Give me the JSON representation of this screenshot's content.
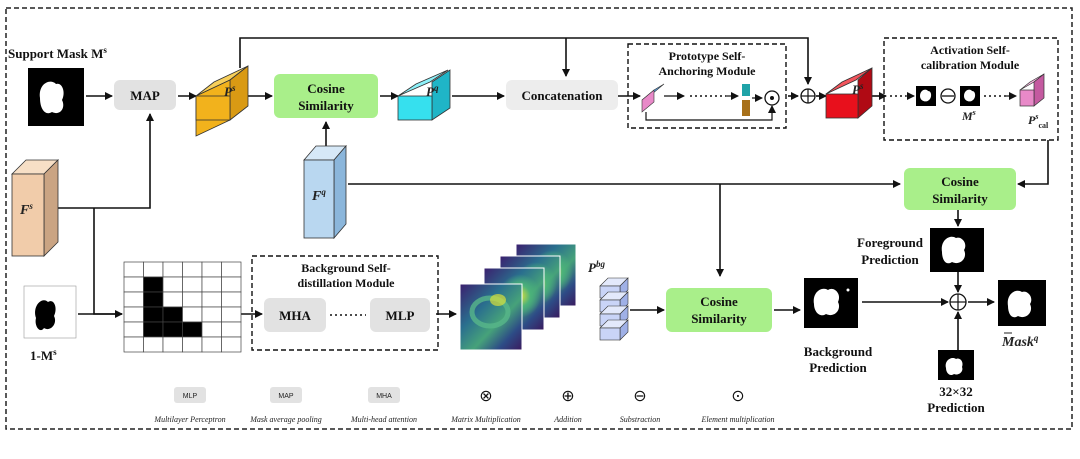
{
  "labels": {
    "support_mask": "Support Mask M",
    "support_mask_sup": "s",
    "one_minus_m": "1-M",
    "one_minus_m_sup": "s",
    "map": "MAP",
    "cosine1_line1": "Cosine",
    "cosine1_line2": "Similarity",
    "concatenation": "Concatenation",
    "psam_line1": "Prototype Self-",
    "psam_line2": "Anchoring Module",
    "ascm_line1": "Activation Self-",
    "ascm_line2": "calibration Module",
    "ms": "M",
    "ms_sup": "s",
    "pscal": "P",
    "pscal_sup": "s",
    "pscal_sub": "cal",
    "ps": "P",
    "ps_sup": "s",
    "pq": "P",
    "pq_sup": "q",
    "ps_red": "P",
    "ps_red_sup": "s",
    "fs": "F",
    "fs_sup": "s",
    "fq": "F",
    "fq_sup": "q",
    "pbg": "P",
    "pbg_sup": "bg",
    "cosine2_line1": "Cosine",
    "cosine2_line2": "Similarity",
    "cosine3_line1": "Cosine",
    "cosine3_line2": "Similarity",
    "bsdm_line1": "Background Self-",
    "bsdm_line2": "distillation Module",
    "mha": "MHA",
    "mlp": "MLP",
    "foreground_line1": "Foreground",
    "foreground_line2": "Prediction",
    "background_line1": "Background",
    "background_line2": "Prediction",
    "pred32_line1": "32×32",
    "pred32_line2": "Prediction",
    "maskq": "Mask",
    "maskq_sup": "q"
  },
  "legend": [
    {
      "symbol": "MLP",
      "text": "Multilayer Perceptron"
    },
    {
      "symbol": "MAP",
      "text": "Mask average pooling"
    },
    {
      "symbol": "MHA",
      "text": "Multi-head attention"
    },
    {
      "symbol": "⊗",
      "text": "Matrix Multiplication"
    },
    {
      "symbol": "⊕",
      "text": "Addition"
    },
    {
      "symbol": "⊖",
      "text": "Substraction"
    },
    {
      "symbol": "⊙",
      "text": "Element multiplication"
    }
  ],
  "colors": {
    "green_box": "#a9ef8a",
    "gray_box": "#e2e2e2",
    "orange_prototype": "#f2b21c",
    "cyan_prototype": "#36e0ee",
    "red_prototype": "#e8101c",
    "pink_prototype": "#e889c8",
    "fs_block": "#f1ccaa",
    "fq_block": "#b9d7f0",
    "pbg_block": "#c9d4f7"
  }
}
